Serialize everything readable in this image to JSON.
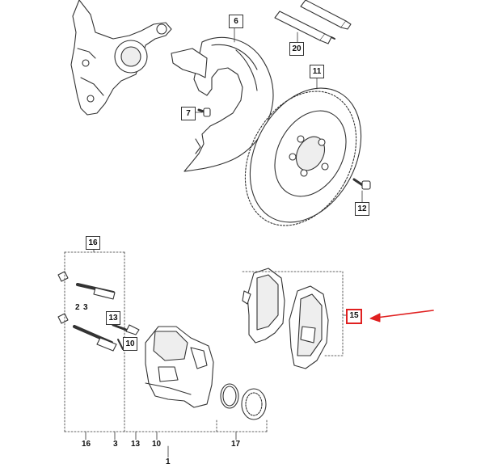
{
  "callouts": {
    "c6": "6",
    "c20": "20",
    "c11": "11",
    "c7": "7",
    "c12": "12",
    "c16_top": "16",
    "c2": "2",
    "c3": "3",
    "c13": "13",
    "c10": "10",
    "c15": "15",
    "c16_bottom": "16",
    "c3_bottom": "3",
    "c13_bottom": "13",
    "c10_bottom": "10",
    "c17": "17",
    "c1": "1"
  },
  "colors": {
    "line": "#333333",
    "highlight": "#e02020",
    "part_fill": "#ffffff",
    "part_shade": "#e6e6e6"
  },
  "highlighted_part": "15"
}
